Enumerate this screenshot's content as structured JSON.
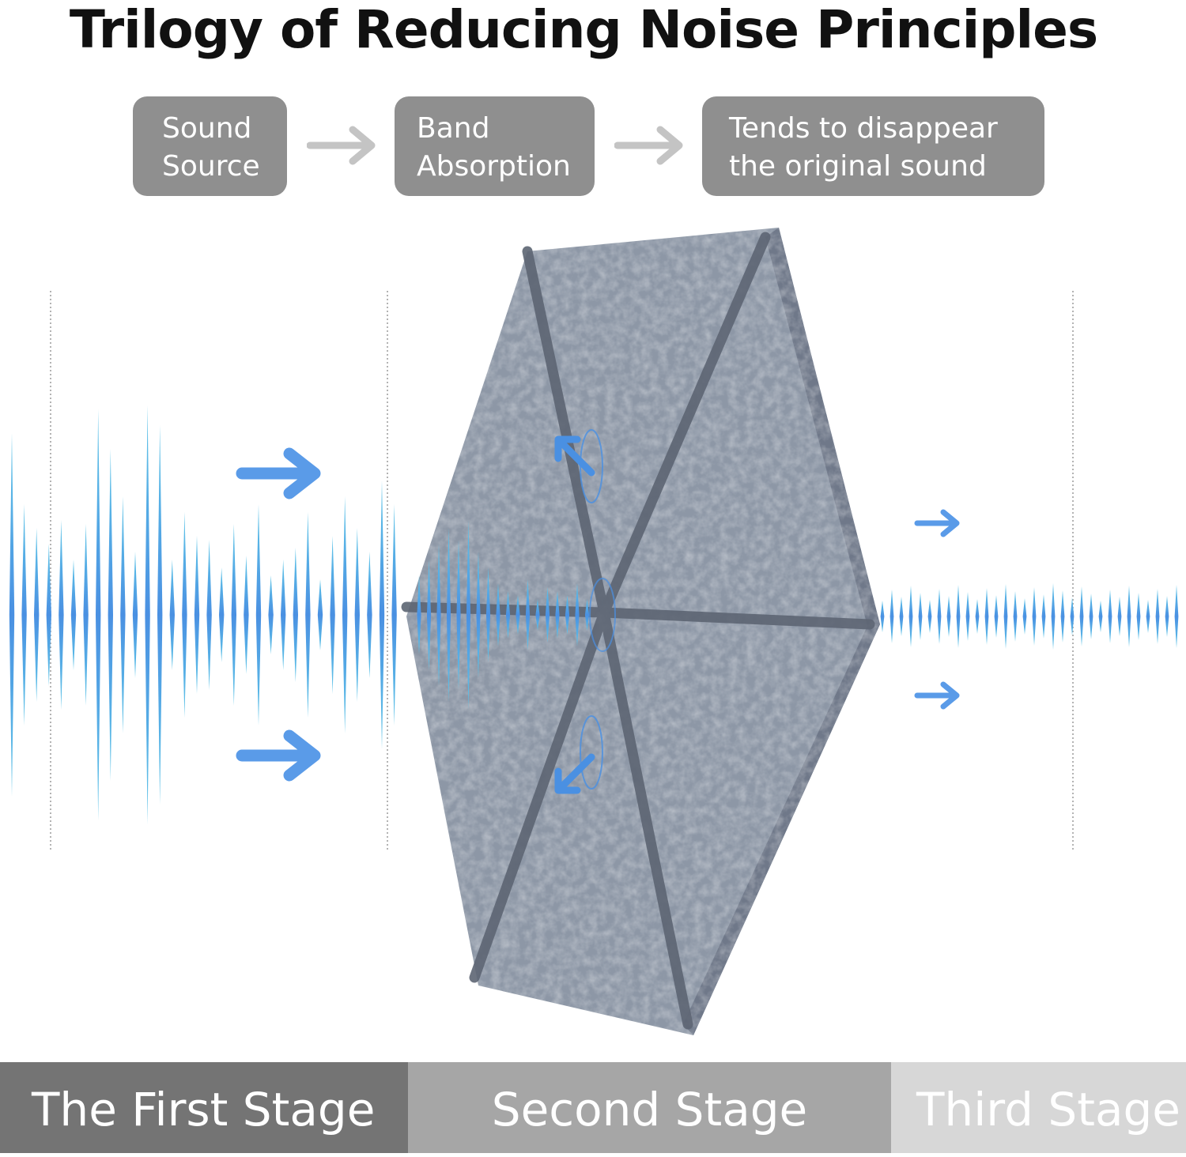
{
  "title": "Trilogy of Reducing Noise Principles",
  "flow": {
    "steps": [
      {
        "line1": "Sound",
        "line2": "Source"
      },
      {
        "line1": "Band",
        "line2": "Absorption"
      },
      {
        "line1": "Tends to disappear",
        "line2": "the original sound"
      }
    ]
  },
  "stages": [
    "The First Stage",
    "Second Stage",
    "Third Stage"
  ],
  "colors": {
    "box": "#8f8f8f",
    "flow_arrow": "#c4c4c4",
    "wave_blue": "#4a90e2",
    "wave_cyan": "#5fc6e8",
    "panel": "#8d97a6",
    "panel_groove": "#5d6573",
    "stage1": "#747474",
    "stage2": "#a6a6a6",
    "stage3": "#d7d7d7"
  },
  "icons": [
    "flow-arrow-icon",
    "right-arrow-icon",
    "rotate-arrow-icon"
  ]
}
